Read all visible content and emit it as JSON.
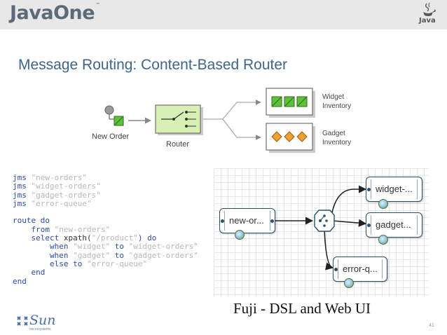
{
  "header": {
    "logo_text": "JavaOne",
    "logo_mark": "™",
    "java_word": "Java"
  },
  "slide": {
    "title": "Message Routing: Content-Based Router",
    "page_number": "41",
    "caption": "Fuji - DSL and Web UI"
  },
  "diagram": {
    "new_order_label": "New Order",
    "router_label": "Router",
    "widget_label_1": "Widget",
    "widget_label_2": "Inventory",
    "gadget_label_1": "Gadget",
    "gadget_label_2": "Inventory"
  },
  "code": {
    "lines": [
      [
        {
          "t": "jms ",
          "c": "kw"
        },
        {
          "t": "\"new-orders\"",
          "c": "str"
        }
      ],
      [
        {
          "t": "jms ",
          "c": "kw"
        },
        {
          "t": "\"widget-orders\"",
          "c": "str"
        }
      ],
      [
        {
          "t": "jms ",
          "c": "kw"
        },
        {
          "t": "\"gadget-orders\"",
          "c": "str"
        }
      ],
      [
        {
          "t": "jms ",
          "c": "kw"
        },
        {
          "t": "\"error-queue\"",
          "c": "str"
        }
      ],
      [
        {
          "t": "",
          "c": ""
        }
      ],
      [
        {
          "t": "route do",
          "c": "kw"
        }
      ],
      [
        {
          "t": "    from ",
          "c": "kw"
        },
        {
          "t": "\"new-orders\"",
          "c": "str"
        }
      ],
      [
        {
          "t": "    select ",
          "c": "kw"
        },
        {
          "t": "xpath(",
          "c": ""
        },
        {
          "t": "\"/product\"",
          "c": "str"
        },
        {
          "t": ") do",
          "c": "kw"
        }
      ],
      [
        {
          "t": "        when ",
          "c": "kw"
        },
        {
          "t": "\"widget\"",
          "c": "str"
        },
        {
          "t": " to ",
          "c": "kw"
        },
        {
          "t": "\"widget-orders\"",
          "c": "str"
        }
      ],
      [
        {
          "t": "        when ",
          "c": "kw"
        },
        {
          "t": "\"gadget\"",
          "c": "str"
        },
        {
          "t": " to ",
          "c": "kw"
        },
        {
          "t": "\"gadget-orders\"",
          "c": "str"
        }
      ],
      [
        {
          "t": "        else to ",
          "c": "kw"
        },
        {
          "t": "\"error-queue\"",
          "c": "str"
        }
      ],
      [
        {
          "t": "    end",
          "c": "kw"
        }
      ],
      [
        {
          "t": "end",
          "c": "kw"
        }
      ]
    ]
  },
  "webui": {
    "nodes": {
      "source": "new-or...",
      "widget": "widget-...",
      "gadget": "gadget...",
      "error": "error-q..."
    }
  },
  "footer": {
    "sun_word": "Sun",
    "sun_sub": "microsystems"
  },
  "colors": {
    "title": "#3f6587",
    "keyword": "#2b4aa8",
    "string": "#b8b8b8",
    "router_fill": "#d8f0b4",
    "widget_green": "#5ec13a",
    "gadget_orange": "#f0a030",
    "node_border": "#2c4f6e"
  },
  "icons": [
    "java-cup-icon",
    "sun-logo-icon",
    "router-switch-icon",
    "diamond-icon",
    "globe-badge-icon"
  ]
}
